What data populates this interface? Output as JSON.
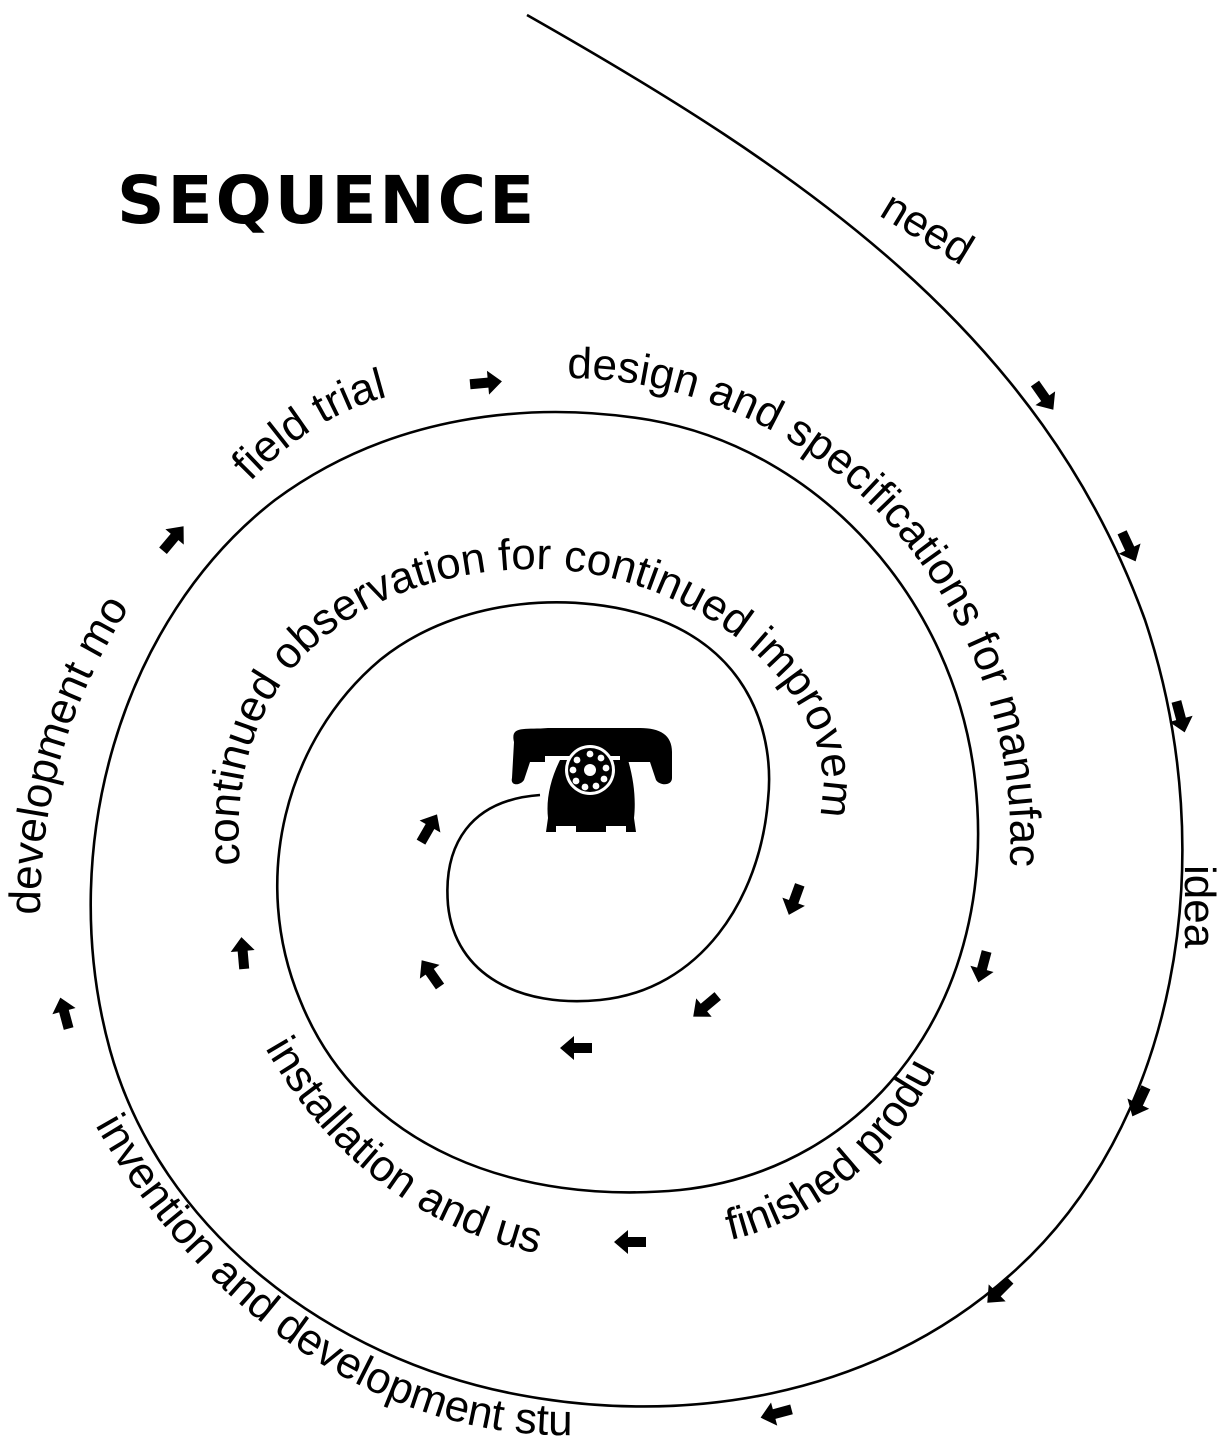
{
  "title": "SEQUENCE",
  "labels": {
    "need": "need",
    "idea": "idea",
    "invention": "invention and development studies",
    "development_model": "development model",
    "field_trial": "field trial",
    "design": "design and specifications for manufacture",
    "finished_product": "finished product",
    "installation": "installation and use",
    "continued": "continued observation for continued improvement"
  },
  "icons": {
    "center": "telephone-icon",
    "arrow": "arrow-icon"
  },
  "colors": {
    "ink": "#000000",
    "paper": "#ffffff"
  }
}
